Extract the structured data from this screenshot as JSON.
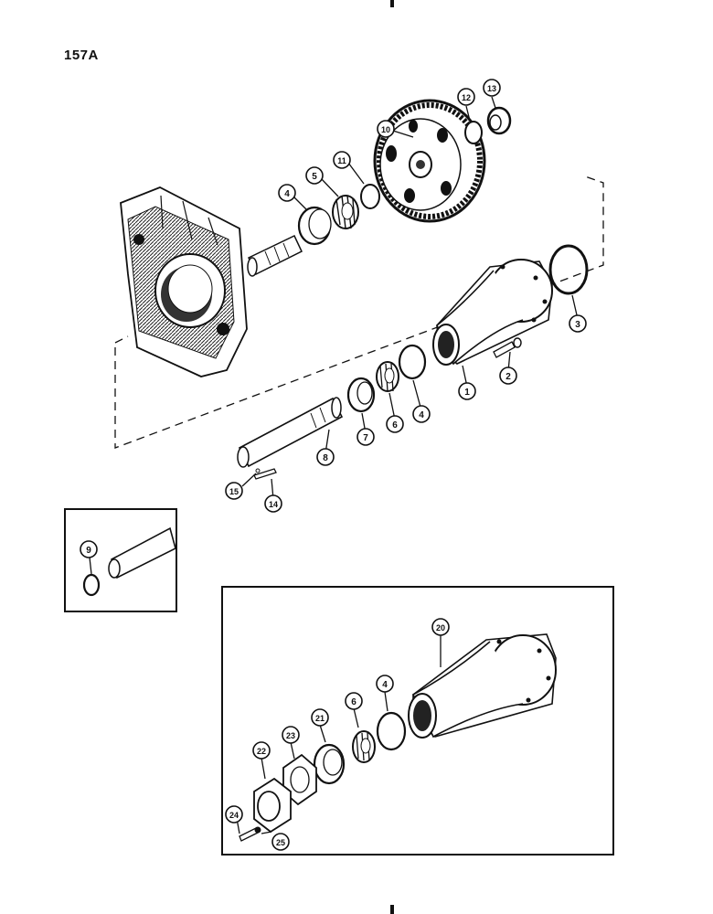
{
  "page": {
    "number": "157A"
  },
  "callouts": {
    "c1": "1",
    "c2": "2",
    "c3": "3",
    "c4": "4",
    "c5": "5",
    "c6": "6",
    "c7": "7",
    "c8": "8",
    "c9": "9",
    "c10": "10",
    "c11": "11",
    "c12": "12",
    "c13": "13",
    "c14": "14",
    "c15": "15",
    "c20": "20",
    "c21": "21",
    "c22": "22",
    "c23": "23",
    "c24": "24",
    "c25": "25"
  },
  "lower_callouts": {
    "c4": "4",
    "c6": "6"
  }
}
